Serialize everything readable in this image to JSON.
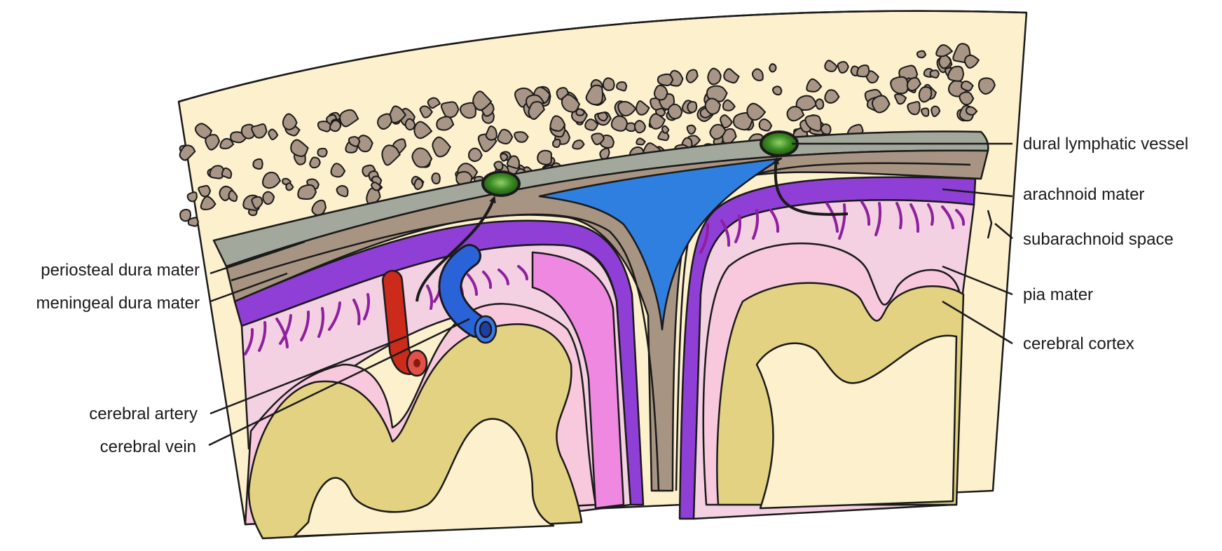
{
  "labels": {
    "dural_lymphatic_vessel": "dural lymphatic vessel",
    "arachnoid_mater": "arachnoid mater",
    "subarachnoid_space": "subarachnoid space",
    "pia_mater": "pia mater",
    "cerebral_cortex": "cerebral cortex",
    "periosteal_dura_mater": "periosteal dura mater",
    "meningeal_dura_mater": "meningeal dura mater",
    "cerebral_artery": "cerebral artery",
    "cerebral_vein": "cerebral vein"
  },
  "colors": {
    "skull": "#fdf0cc",
    "bone_pore": "#a89585",
    "periosteal_dura": "#a3a89c",
    "meningeal_dura": "#a89482",
    "sinus": "#2f7fe0",
    "arachnoid": "#8f3fd6",
    "subarachnoid": "#f3d0e2",
    "trabeculae": "#8e1f9e",
    "pia": "#f8c8dc",
    "cortex": "#e2d282",
    "white_matter": "#fdf0cc",
    "artery": "#cc2a1a",
    "vein": "#2a62d8",
    "lymphatic": "#2f7a1f"
  }
}
